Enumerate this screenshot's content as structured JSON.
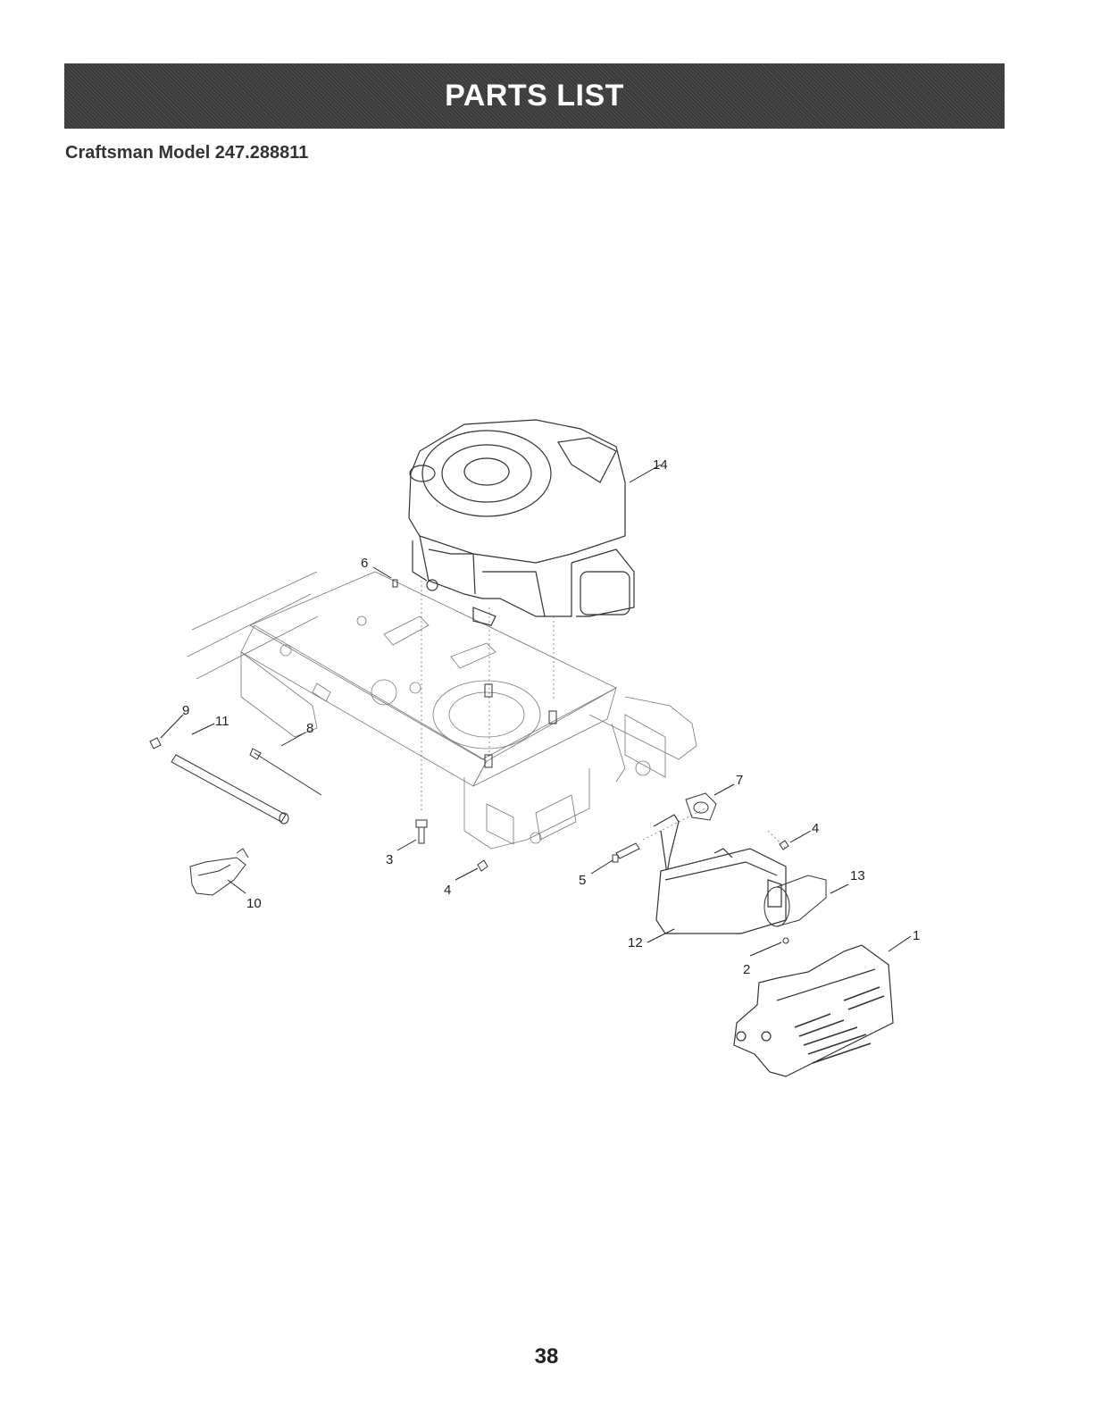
{
  "header": {
    "title": "PARTS LIST",
    "model": "Craftsman Model 247.288811"
  },
  "callouts": [
    "1",
    "2",
    "3",
    "4",
    "4",
    "5",
    "6",
    "7",
    "8",
    "9",
    "10",
    "11",
    "12",
    "13",
    "14"
  ],
  "footer": {
    "page_number": "38"
  },
  "colors": {
    "banner": "#3a3a3a",
    "ink": "#222222"
  }
}
